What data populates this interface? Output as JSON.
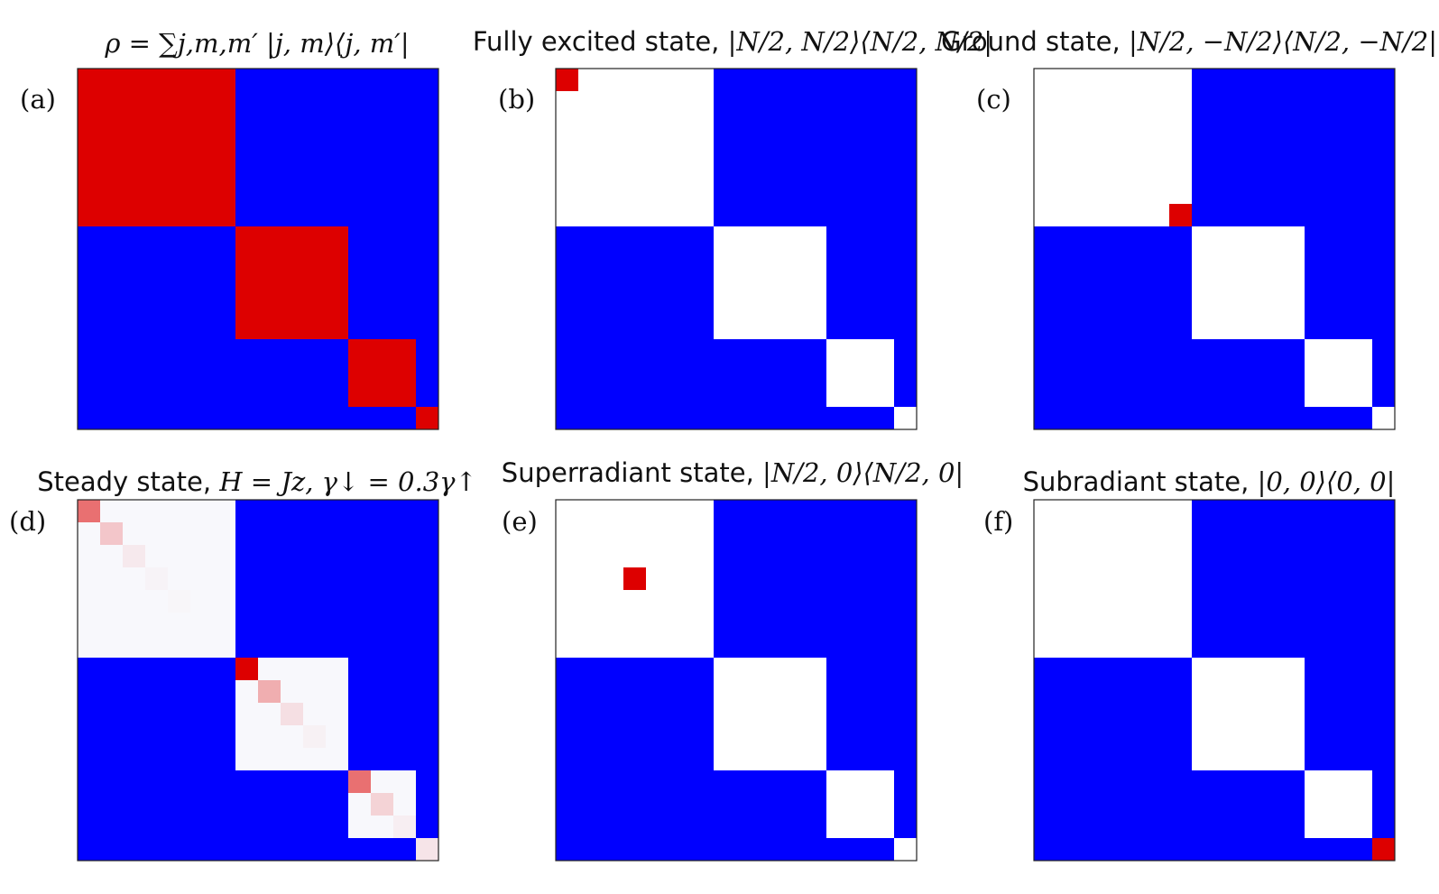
{
  "chart_data": [
    {
      "type": "heatmap",
      "panel_label": "(a)",
      "title_text": "",
      "title_math": "ρ = ∑j,m,m′ |j, m⟩⟨j, m′|",
      "block_sizes": [
        7,
        5,
        3,
        1
      ],
      "background": "#0000ff",
      "block_fill": "#dd0000",
      "cells": []
    },
    {
      "type": "heatmap",
      "panel_label": "(b)",
      "title_text": "Fully excited state, ",
      "title_math": "|N/2, N/2⟩⟨N/2, N/2|",
      "block_sizes": [
        7,
        5,
        3,
        1
      ],
      "background": "#0000ff",
      "block_fill": "#ffffff",
      "cells": [
        {
          "row": 0,
          "col": 0,
          "value": 1.0
        }
      ]
    },
    {
      "type": "heatmap",
      "panel_label": "(c)",
      "title_text": "Ground state, ",
      "title_math": "|N/2, −N/2⟩⟨N/2, −N/2|",
      "block_sizes": [
        7,
        5,
        3,
        1
      ],
      "background": "#0000ff",
      "block_fill": "#ffffff",
      "cells": [
        {
          "row": 6,
          "col": 6,
          "value": 1.0
        }
      ]
    },
    {
      "type": "heatmap",
      "panel_label": "(d)",
      "title_text": "Steady state, ",
      "title_math": "H = Jz, γ↓ = 0.3γ↑",
      "block_sizes": [
        7,
        5,
        3,
        1
      ],
      "background": "#0000ff",
      "block_fill": "#f8f8fc",
      "cells": [
        {
          "row": 0,
          "col": 0,
          "value": 0.55
        },
        {
          "row": 1,
          "col": 1,
          "value": 0.2
        },
        {
          "row": 2,
          "col": 2,
          "value": 0.06
        },
        {
          "row": 3,
          "col": 3,
          "value": 0.02
        },
        {
          "row": 4,
          "col": 4,
          "value": 0.01
        },
        {
          "row": 7,
          "col": 7,
          "value": 1.0
        },
        {
          "row": 8,
          "col": 8,
          "value": 0.3
        },
        {
          "row": 9,
          "col": 9,
          "value": 0.1
        },
        {
          "row": 10,
          "col": 10,
          "value": 0.03
        },
        {
          "row": 12,
          "col": 12,
          "value": 0.55
        },
        {
          "row": 13,
          "col": 13,
          "value": 0.15
        },
        {
          "row": 14,
          "col": 14,
          "value": 0.04
        },
        {
          "row": 15,
          "col": 15,
          "value": 0.08
        }
      ]
    },
    {
      "type": "heatmap",
      "panel_label": "(e)",
      "title_text": "Superradiant state, ",
      "title_math": "|N/2, 0⟩⟨N/2, 0|",
      "block_sizes": [
        7,
        5,
        3,
        1
      ],
      "background": "#0000ff",
      "block_fill": "#ffffff",
      "cells": [
        {
          "row": 3,
          "col": 3,
          "value": 1.0
        }
      ]
    },
    {
      "type": "heatmap",
      "panel_label": "(f)",
      "title_text": "Subradiant state, ",
      "title_math": "|0, 0⟩⟨0, 0|",
      "block_sizes": [
        7,
        5,
        3,
        1
      ],
      "background": "#0000ff",
      "block_fill": "#ffffff",
      "cells": [
        {
          "row": 15,
          "col": 15,
          "value": 1.0
        }
      ]
    }
  ]
}
